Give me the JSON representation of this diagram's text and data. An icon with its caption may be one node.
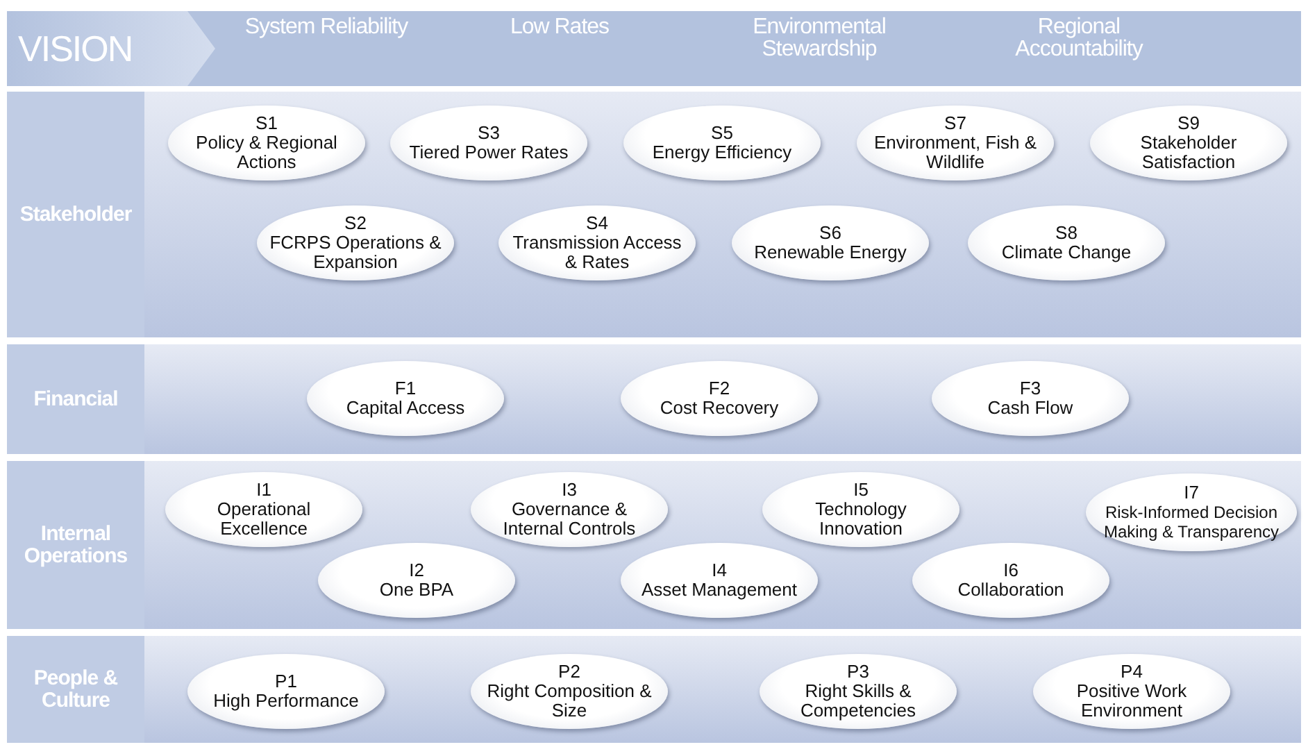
{
  "diagram": {
    "nodes": [
      {
        "text": [
          "Stakeholder"
        ]
      },
      {
        "text": [
          "S1",
          "Policy & Regional Actions"
        ],
        "in": 0
      },
      {
        "text": [
          "S3",
          "Tiered Power Rates"
        ],
        "in": 0
      },
      {
        "text": [
          "S5",
          "Energy Efficiency"
        ],
        "in": 0
      },
      {
        "text": [
          "S7",
          "Environment, Fish & Wildlife"
        ],
        "in": 0
      },
      {
        "text": [
          "S9",
          "Stakeholder Satisfaction"
        ],
        "in": 0
      },
      {
        "text": [
          "S2",
          "FCRPS Operations & Expansion"
        ],
        "in": 0
      },
      {
        "text": [
          "S4",
          "Transmission Access & Rates"
        ],
        "in": 0
      },
      {
        "text": [
          "S6",
          "Renewable Energy"
        ],
        "in": 0
      },
      {
        "text": [
          "S8",
          "Climate Change"
        ],
        "in": 0
      },
      {
        "text": [
          "Financial"
        ]
      },
      {
        "text": [
          "F1",
          "Capital Access"
        ],
        "in": 10
      },
      {
        "text": [
          "F2",
          "Cost Recovery"
        ],
        "in": 10
      },
      {
        "text": [
          "F3",
          "Cash Flow"
        ],
        "in": 10
      },
      {
        "text": [
          "Internal Operations"
        ]
      },
      {
        "text": [
          "I1",
          "Operational Excellence"
        ],
        "in": 14
      },
      {
        "text": [
          "I3",
          "Governance & Internal Controls"
        ],
        "in": 14
      },
      {
        "text": [
          "I5",
          "Technology Innovation"
        ],
        "in": 14
      },
      {
        "text": [
          "I7",
          "Risk-Informed Decision Making & Transparency"
        ],
        "in": 14
      },
      {
        "text": [
          "I2",
          "One BPA"
        ],
        "in": 14
      },
      {
        "text": [
          "I4",
          "Asset Management"
        ],
        "in": 14
      },
      {
        "text": [
          "I6",
          "Collaboration"
        ],
        "in": 14
      },
      {
        "text": [
          "People & Culture"
        ]
      },
      {
        "text": [
          "P1",
          "High Performance"
        ],
        "in": 22
      },
      {
        "text": [
          "P2",
          "Right Composition & Size"
        ],
        "in": 22
      },
      {
        "text": [
          "P3",
          "Right Skills & Competencies"
        ],
        "in": 22
      },
      {
        "text": [
          "P4",
          "Positive Work Environment"
        ],
        "in": 22
      }
    ],
    "labels": [
      "VISION",
      "System Reliability",
      "Low Rates",
      "Environmental Stewardship",
      "Regional Accountability"
    ]
  }
}
